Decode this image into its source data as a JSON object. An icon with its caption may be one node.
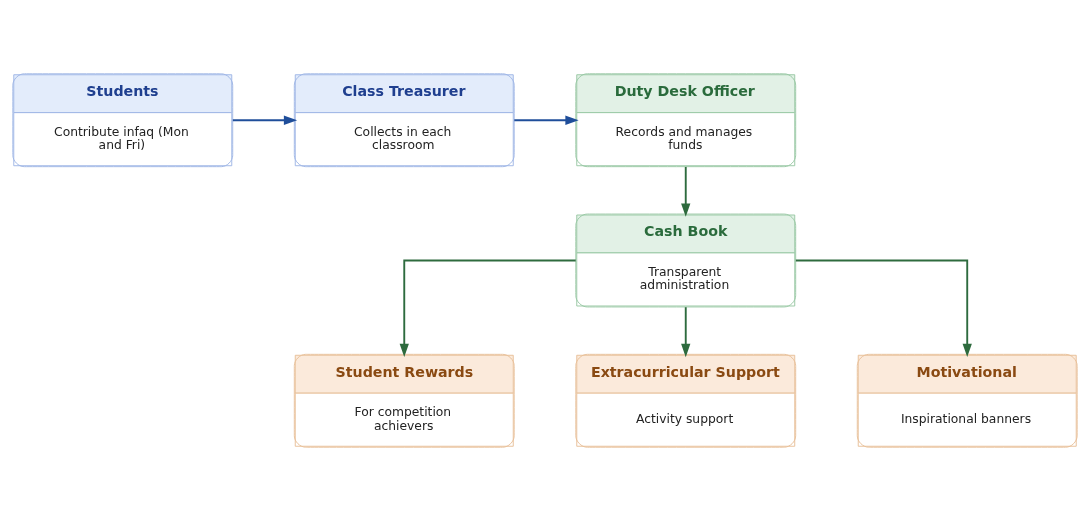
{
  "diagram": {
    "nodes": [
      {
        "text": [
          "Students",
          "Contribute infaq (Mon and Fri)"
        ]
      },
      {
        "text": [
          "Class Treasurer",
          "Collects in each classroom"
        ]
      },
      {
        "text": [
          "Duty Desk Officer",
          "Records and manages funds"
        ]
      },
      {
        "text": [
          "Cash Book",
          "Transparent administration"
        ]
      },
      {
        "text": [
          "Student Rewards",
          "For competition achievers"
        ]
      },
      {
        "text": [
          "Extracurricular Support",
          "Activity support"
        ]
      },
      {
        "text": [
          "Motivational",
          "Inspirational banners"
        ]
      }
    ],
    "edges": [
      {
        "from": 0,
        "to": 1,
        "arrow": "to",
        "color": "#1f4e9a"
      },
      {
        "from": 1,
        "to": 2,
        "arrow": "to",
        "color": "#1f4e9a"
      },
      {
        "from": 2,
        "to": 3,
        "arrow": "to"
      },
      {
        "from": 3,
        "to": 4,
        "arrow": "to"
      },
      {
        "from": 3,
        "to": 5,
        "arrow": "to"
      },
      {
        "from": 3,
        "to": 6,
        "arrow": "to"
      }
    ]
  }
}
